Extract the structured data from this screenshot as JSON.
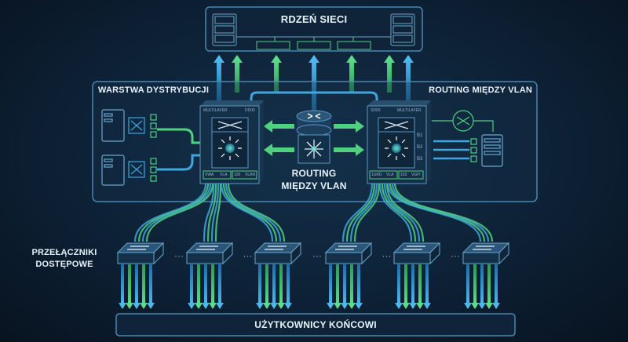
{
  "core": {
    "title": "RDZEŃ SIECI"
  },
  "distribution": {
    "title": "WARSTWA DYSTRYBUCJI",
    "right_title": "ROUTING MIĘDZY VLAN"
  },
  "router": {
    "label_line1": "ROUTING",
    "label_line2": "MIĘDZY VLAN"
  },
  "left_switch": {
    "type": "MULTILAYER",
    "model": "DD00",
    "ports": [
      "VWA",
      "VLA",
      "105",
      "VLAN"
    ]
  },
  "right_switch": {
    "type": "MULTILAYER",
    "model": "SD00",
    "ports": [
      "1URD",
      "VLA",
      "103",
      "VGH"
    ],
    "side_labels": [
      "B1",
      "B2",
      "B3"
    ]
  },
  "access": {
    "title_line1": "PRZEŁĄCZNIKI",
    "title_line2": "DOSTĘPOWE"
  },
  "endusers": {
    "title": "UŻYTKOWNICY KOŃCOWI"
  },
  "colors": {
    "blue": "#3fa6e0",
    "green": "#4fd17f",
    "frame": "#4d86ad"
  }
}
